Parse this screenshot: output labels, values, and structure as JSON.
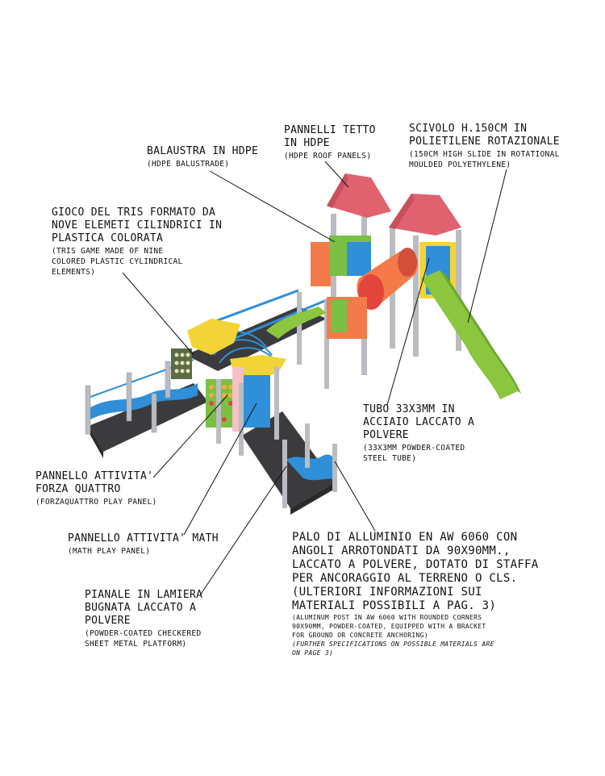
{
  "labels": {
    "balaustra": {
      "it": "BALAUSTRA IN HDPE",
      "en": "(HDPE BALUSTRADE)"
    },
    "pannelli_tetto": {
      "it": "PANNELLI TETTO\nIN HDPE",
      "en": "(HDPE ROOF PANELS)"
    },
    "scivolo": {
      "it": "SCIVOLO H.150CM IN\nPOLIETILENE ROTAZIONALE",
      "en": "(150CM HIGH SLIDE IN ROTATIONAL\nMOULDED POLYETHYLENE)"
    },
    "gioco_tris": {
      "it": "GIOCO DEL TRIS FORMATO DA\nNOVE ELEMETI CILINDRICI IN\nPLASTICA COLORATA",
      "en": "(TRIS GAME MADE OF NINE\nCOLORED PLASTIC CYLINDRICAL\nELEMENTS)"
    },
    "tubo": {
      "it": "TUBO 33X3MM IN\nACCIAIO LACCATO A\nPOLVERE",
      "en": "(33X3MM POWDER-COATED\nSTEEL TUBE)"
    },
    "forza_quattro": {
      "it": "PANNELLO ATTIVITA'\nFORZA QUATTRO",
      "en": "(FORZAQUATTRO PLAY PANEL)"
    },
    "math": {
      "it": "PANNELLO ATTIVITA' MATH",
      "en": "(MATH PLAY PANEL)"
    },
    "palo": {
      "it": "PALO DI ALLUMINIO EN AW 6060 CON\nANGOLI ARROTONDATI DA 90X90MM.,\nLACCATO A POLVERE, DOTATO DI STAFFA\nPER ANCORAGGIO AL TERRENO O CLS.\n(ULTERIORI INFORMAZIONI SUI\nMATERIALI POSSIBILI A PAG. 3)",
      "en": "(ALUMINUM POST IN AW 6060 WITH ROUNDED CORNERS\n90X90MM, POWDER-COATED, EQUIPPED WITH A BRACKET\nFOR GROUND OR CONCRETE ANCHORING)",
      "note": "(FURTHER SPECIFICATIONS ON POSSIBLE MATERIALS ARE\nON PAGE 3)"
    },
    "pianale": {
      "it": "PIANALE IN LAMIERA\nBUGNATA LACCATO A\nPOLVERE",
      "en": "(POWDER-COATED CHECKERED\nSHEET METAL PLATFORM)"
    }
  },
  "colors": {
    "roof": "#e0626e",
    "slide": "#8cc63f",
    "tube": "#f47a4a",
    "post": "#b9bdc2",
    "platform": "#3b3b3d",
    "balustrade_blue": "#2f8fd8",
    "yellow": "#f3d437",
    "leader": "#111111"
  }
}
